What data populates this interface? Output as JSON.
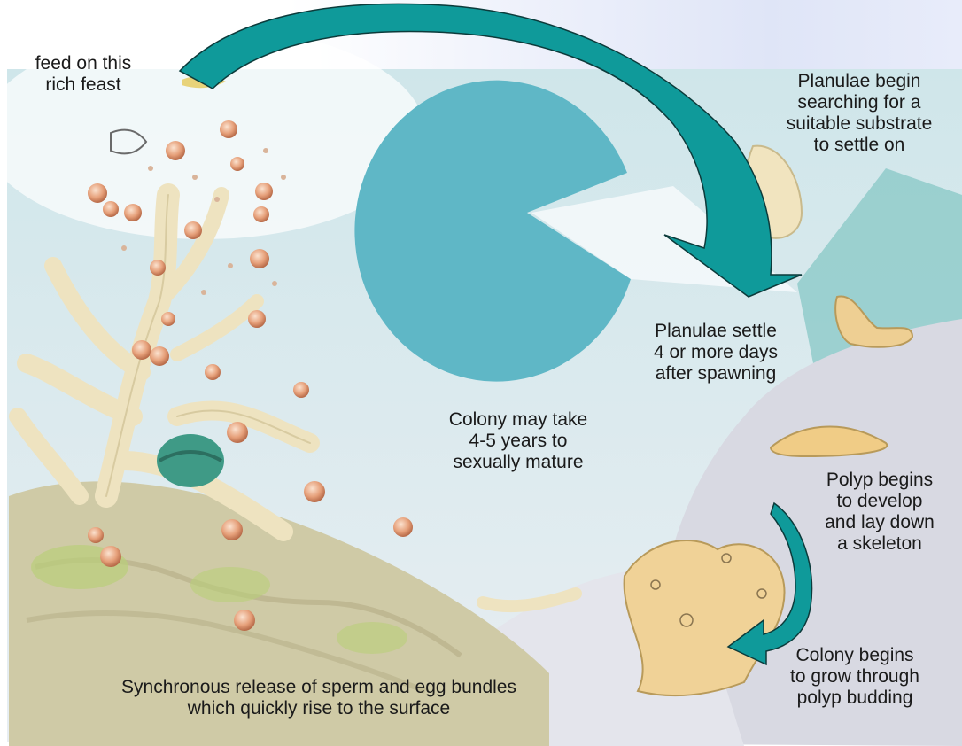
{
  "labels": {
    "feast": "feed on this\nrich feast",
    "planulae_search": "Planulae begin\nsearching for a\nsuitable substrate\nto settle on",
    "planulae_settle": "Planulae settle\n4 or more days\nafter spawning",
    "colony_mature": "Colony may take\n4-5 years to\nsexually mature",
    "polyp_develop": "Polyp begins\nto develop\nand lay down\na skeleton",
    "colony_grow": "Colony begins\nto grow through\npolyp budding",
    "release": "Synchronous release of sperm and egg bundles\nwhich quickly rise to the surface"
  },
  "colors": {
    "arrow": "#0f9a9a",
    "water": "#5fb7c6",
    "coral": "#ede3c4",
    "egg": "#e6a07a",
    "substrate": "#dcdde5"
  }
}
